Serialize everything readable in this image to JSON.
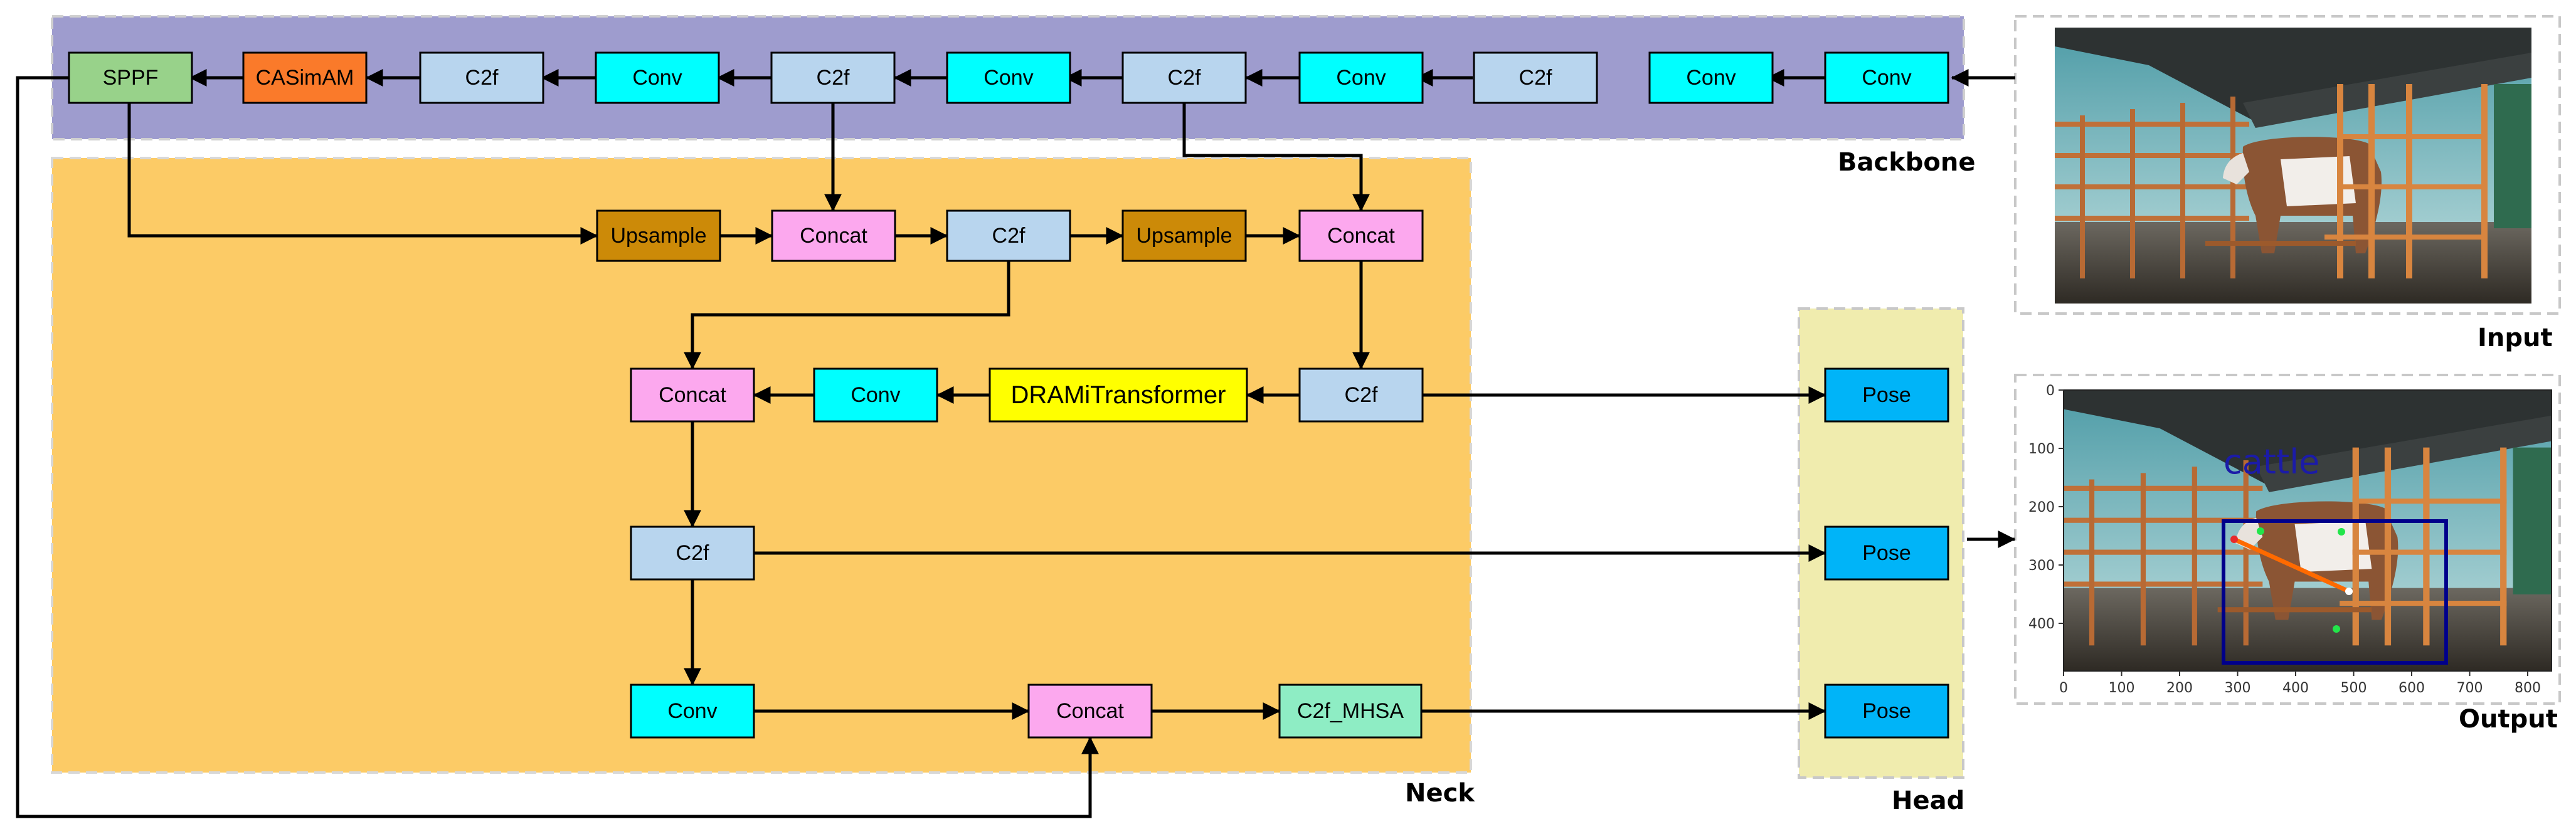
{
  "colors": {
    "backbone_bg": "#9E9CCE",
    "neck_bg": "#FCCB66",
    "head_bg": "#F0ECAE",
    "sppf": "#98D28A",
    "casimam": "#FA7A2A",
    "c2f": "#B8D5EE",
    "conv": "#00FFFF",
    "upsample": "#CC8A08",
    "concat": "#FCA8EE",
    "dramitransformer": "#FFFF00",
    "c2f_mhsa": "#8EEDC4",
    "pose": "#00B4F8"
  },
  "regions": {
    "backbone": "Backbone",
    "neck": "Neck",
    "head": "Head",
    "input": "Input",
    "output": "Output"
  },
  "backbone": {
    "sppf": "SPPF",
    "casimam": "CASimAM",
    "c2f_a": "C2f",
    "conv_a": "Conv",
    "c2f_b": "C2f",
    "conv_b": "Conv",
    "c2f_c": "C2f",
    "conv_c": "Conv",
    "c2f_d": "C2f",
    "conv_d": "Conv",
    "conv_e": "Conv"
  },
  "neck": {
    "upsample_1": "Upsample",
    "concat_1": "Concat",
    "c2f_1": "C2f",
    "upsample_2": "Upsample",
    "concat_2": "Concat",
    "concat_3": "Concat",
    "conv_1": "Conv",
    "dramitransformer": "DRAMiTransformer",
    "c2f_2": "C2f",
    "c2f_3": "C2f",
    "conv_2": "Conv",
    "concat_4": "Concat",
    "c2f_mhsa": "C2f_MHSA"
  },
  "head": {
    "pose_1": "Pose",
    "pose_2": "Pose",
    "pose_3": "Pose"
  },
  "output_plot": {
    "detection_label": "cattle",
    "box_color": "#00008B",
    "x_ticks": [
      "0",
      "100",
      "200",
      "300",
      "400",
      "500",
      "600",
      "700",
      "800"
    ],
    "y_ticks": [
      "0",
      "100",
      "200",
      "300",
      "400"
    ]
  }
}
